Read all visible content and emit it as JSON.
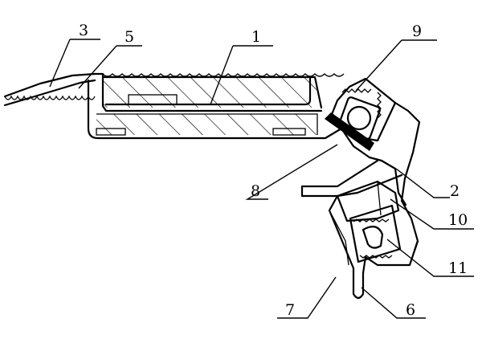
{
  "labels": {
    "l1": "1",
    "l2": "2",
    "l3": "3",
    "l5": "5",
    "l6": "6",
    "l7": "7",
    "l8": "8",
    "l9": "9",
    "l10": "10",
    "l11": "11"
  }
}
